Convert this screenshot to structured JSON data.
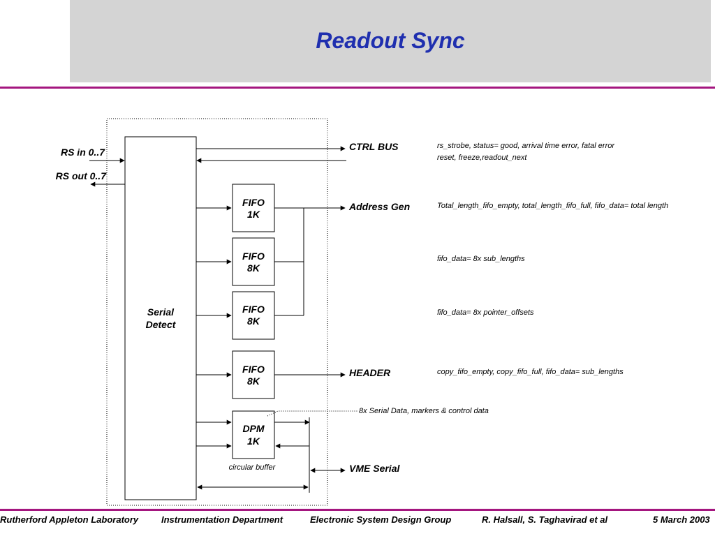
{
  "slide": {
    "title": "Readout Sync",
    "accent_color": "#a4167f",
    "title_color": "#1f2faf"
  },
  "diagram": {
    "serial_detect": [
      "Serial",
      "Detect"
    ],
    "inputs": {
      "rs_in": "RS in 0..7",
      "rs_out": "RS out 0..7"
    },
    "blocks": [
      {
        "line1": "FIFO",
        "line2": "1K"
      },
      {
        "line1": "FIFO",
        "line2": "8K"
      },
      {
        "line1": "FIFO",
        "line2": "8K"
      },
      {
        "line1": "FIFO",
        "line2": "8K"
      },
      {
        "line1": "DPM",
        "line2": "1K"
      }
    ],
    "outputs": {
      "ctrl_bus": "CTRL BUS",
      "address_gen": "Address Gen",
      "header": "HEADER",
      "vme_serial": "VME Serial"
    },
    "notes": {
      "ctrl_1": "rs_strobe, status= good, arrival time error, fatal error",
      "ctrl_2": "reset, freeze,readout_next",
      "address": "Total_length_fifo_empty, total_length_fifo_full, fifo_data= total length",
      "sub_lengths": "fifo_data= 8x sub_lengths",
      "pointer_offsets": "fifo_data= 8x pointer_offsets",
      "header": "copy_fifo_empty, copy_fifo_full, fifo_data= sub_lengths",
      "serial_data": "8x Serial Data, markers & control data",
      "circular_buffer": "circular buffer"
    }
  },
  "footer": {
    "lab": "Rutherford Appleton Laboratory",
    "dept": "Instrumentation Department",
    "group": "Electronic System Design Group",
    "authors": "R. Halsall, S. Taghavirad et al",
    "date": "5 March 2003"
  }
}
